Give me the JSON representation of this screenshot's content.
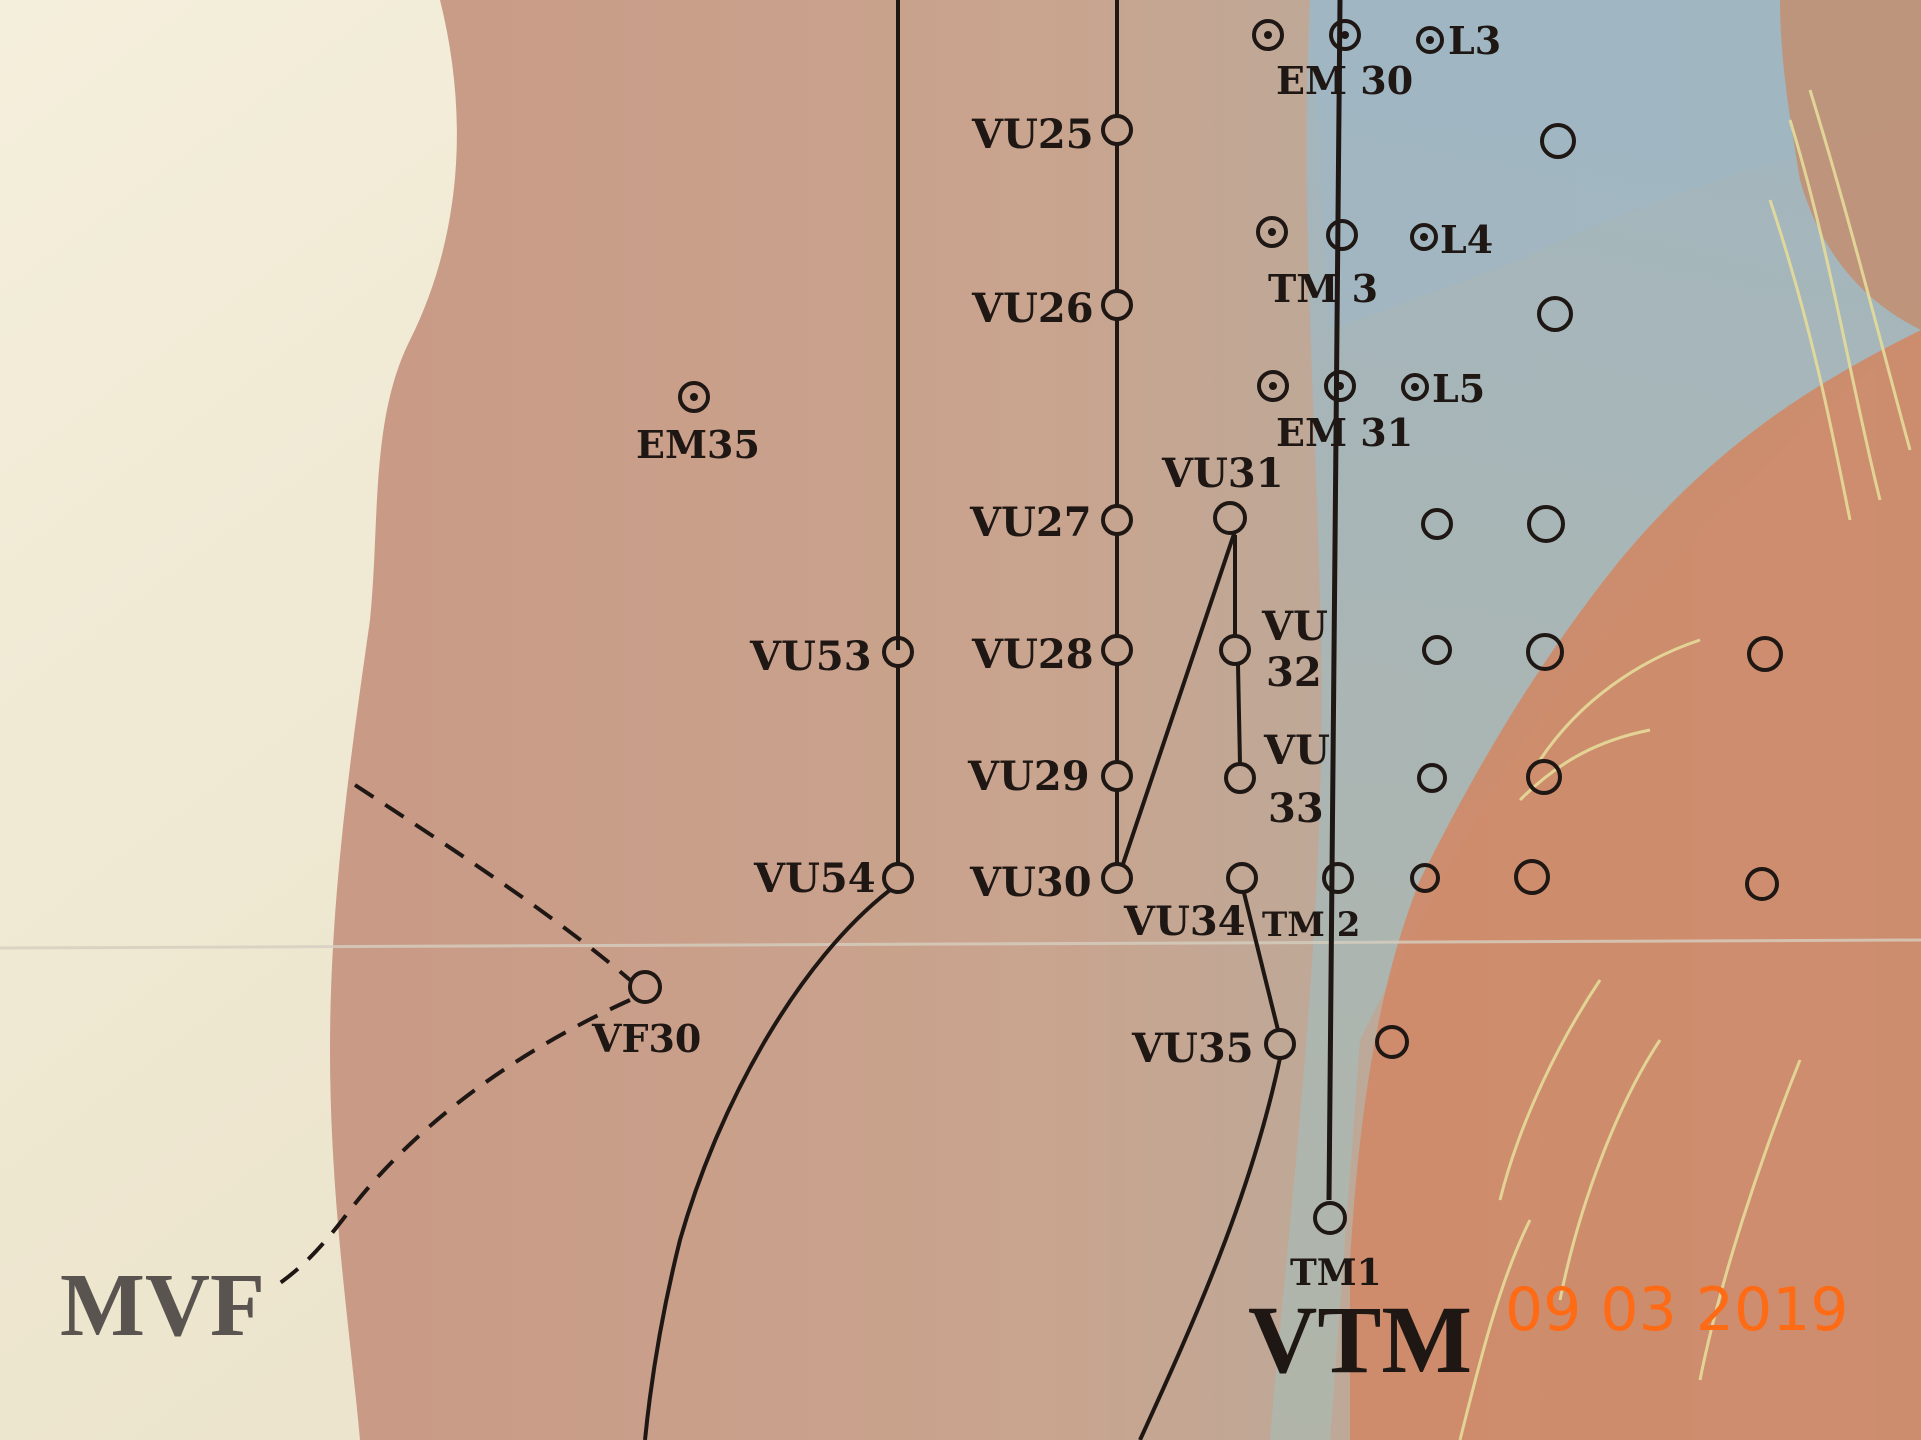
{
  "chart": {
    "labels": {
      "vu25": "VU25",
      "vu26": "VU26",
      "vu27": "VU27",
      "vu28": "VU28",
      "vu29": "VU29",
      "vu30": "VU30",
      "vu31": "VU31",
      "vu32_top": "VU",
      "vu32_bottom": "32",
      "vu33_top": "VU",
      "vu33_bottom": "33",
      "vu34": "VU34",
      "vu35": "VU35",
      "vu53": "VU53",
      "vu54": "VU54",
      "vf30": "VF30",
      "em30": "EM 30",
      "em31": "EM 31",
      "em35": "EM35",
      "tm1": "TM1",
      "tm2": "TM 2",
      "tm3": "TM 3",
      "l3": "L3",
      "l4": "L4",
      "l5": "L5"
    },
    "meridian_vf": "MVF",
    "meridian_tm": "VTM"
  },
  "photo": {
    "date_stamp": "09 03 2019",
    "stamp_color": "#ff6a14"
  },
  "colors": {
    "paper": "#efe9d4",
    "skin": "#c99a86",
    "blue": "#9fb4bf",
    "ink": "#1e1714"
  }
}
